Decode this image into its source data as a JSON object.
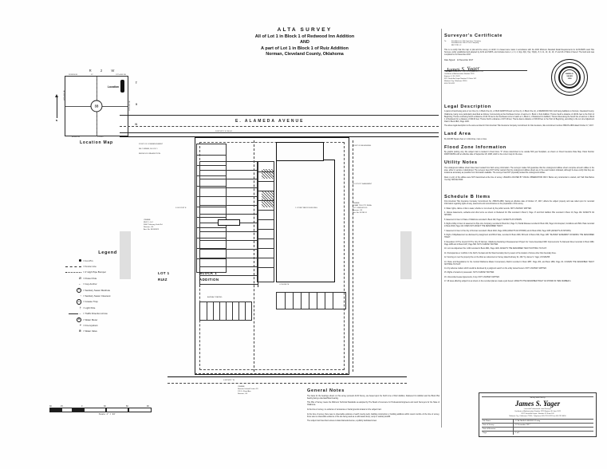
{
  "document": {
    "type": "ALTA Survey Plat",
    "title_line1": "ALTA   SURVEY",
    "title_line2": "All of Lot 1 in Block 1 of Redwood Inn Addition",
    "title_line3": "AND",
    "title_line4": "A part of Lot 1 in Block 1 of Ruiz Addition",
    "title_line5": "Norman, Cleveland County, Oklahoma"
  },
  "location_map": {
    "caption": "Location  Map",
    "range_header": "R    2    W",
    "section_number": "33",
    "pin_label": "Location",
    "north_label": "N",
    "side_labels": [
      "T",
      "9",
      "N"
    ],
    "edge_top_left": "ROBINSON",
    "edge_top_mid": "ST",
    "edge_top_right": "12TH AVE NE",
    "edge_bottom_left": "ALAMEDA",
    "edge_bottom_mid": "STREET",
    "edge_left": "24TH AVE NE",
    "edge_right": "12TH AVE NE"
  },
  "legend": {
    "title": "Legend",
    "items": [
      {
        "symbol": "dot",
        "glyph": "•",
        "label": "= Iron Pin"
      },
      {
        "symbol": "dash-line",
        "glyph": "",
        "label": "= Fence Line"
      },
      {
        "symbol": "x-line",
        "glyph": "",
        "label": "= 2' High Pipe Bumper"
      },
      {
        "symbol": "power-pole",
        "glyph": "Ø",
        "label": "= Power Pole"
      },
      {
        "symbol": "guy-anchor",
        "glyph": "←",
        "label": "= Guy Anchor"
      },
      {
        "symbol": "manhole",
        "glyph": "S",
        "label": "= Sanitary Sewer Manhole"
      },
      {
        "symbol": "cleanout",
        "glyph": "◦",
        "label": "= Sanitary Sewer Cleanout"
      },
      {
        "symbol": "grease-trap",
        "glyph": "G",
        "label": "= Grease Trap"
      },
      {
        "symbol": "light-pole",
        "glyph": "†",
        "label": "= Light Pole"
      },
      {
        "symbol": "traffic-arrow",
        "glyph": "→",
        "label": "= Traffic Direction Arrow"
      },
      {
        "symbol": "water-meter",
        "glyph": "W",
        "label": "= Water Meter"
      },
      {
        "symbol": "fire-hydrant",
        "glyph": "⑂",
        "label": "= Fire Hydrant"
      },
      {
        "symbol": "water-valve",
        "glyph": "⊗",
        "label": "= Water Valve"
      }
    ]
  },
  "drawing": {
    "street_top": "E.      ALAMEDA          AVENUE",
    "lot_label_left": "LOT  1",
    "lot_label_left_sub": "RUIZ",
    "lot_label_right": "BLOCK  1",
    "lot_label_right_sub": "ADDITION",
    "owner_block_west": "OWNER:\nRUIZ 1, LLC\n3600 Tinkering Oaks Rd\nNorman, OK\nAcct No. R0143623",
    "owner_block_east": "OWNER:\nLOMAT TRI-CITY INDIA\nLOT 1  REDWOOD\nNorman, OK\nAcct No. R178174",
    "owner_block_south": "OWNER:\nNorman School District 29\n131 S. Flood Ave\nNorman, OK",
    "annotations": [
      "POINT OF COMMENCEMENT",
      "NE CORNER, BLOCK 1",
      "REDWOOD INN ADDITION",
      "POINT OF BEGINNING",
      "N 89°58'11\" E      330.00'",
      "S 00°01'49\" E",
      "1 STORY BRICK BUILDING",
      "ASPHALT PAVING",
      "CONCRETE",
      "50' BUILDING SETBACK LINE",
      "15' UTILITY EASEMENT",
      "FND 1/2\" IRON PIN",
      "S 89°58'11\" W"
    ]
  },
  "surveyors_certificate": {
    "heading": "Surveyor's  Certificate",
    "addressee_label": "To:",
    "addressee_lines": [
      "First American Title Insurance Company",
      "First American Title & Trust Company",
      "BB 2178 LLC"
    ],
    "body": "This is to certify that this map or plat and the survey on which it is based were made in accordance with the 2016 Minimum Standard Detail Requirements for ALTA/NSPS Land Title Surveys, jointly established and adopted by ALTA and NSPS, and includes Items 1, 2, 3, 4, 6(a), 6(b), 7(a), 7(b)(1), 8, 9, 11, 13, 14, 16, 17 and 18 of Table A thereof. The field work was completed on 12 December 2017.",
    "date_label": "Date Signed:",
    "date_value": "12 December 2017",
    "signature_name": "James S. Yager",
    "lines_below": [
      "Oklahoma Professional Land Surveyor Number 1258",
      "Certificate of Authorization Number 2578",
      "Expires:  6 / 30 / 2021",
      "3217 South Air Depot Number 19 Suite 102",
      "Midwest City, Oklahoma 73110",
      "405-732-2412"
    ],
    "seal_text": [
      "JAMES S.",
      "YAGER",
      "1258"
    ]
  },
  "legal_description": {
    "heading": "Legal  Description",
    "body": "A parcel of land being parts of Lot One (1), in Block One (1), of RUIZ ADDITION and Lot One (1), in Block One (1), of REDWOOD INN, both being Additions to Norman, Cleveland County, Oklahoma, being more particularly described as follows: Commencing at the Northeast Corner of said Lot 1, Block 1, Ruiz Addition; Thence South a distance of 130.61 feet to the Point of Beginning; Thence continuing South a distance of 130.76 feet to the Southeast corner of said Lot 1, Block 1, of Redwood Inn Addition; Thence West along the South line of said Lot 1, Block 1 of Redwood Inn a distance of 330.00 feet; Thence North a distance of 207.43 feet; Thence East a distance of 330.00 feet to the Point of Beginning, according to the Lot Line Adjustment Filed in Book 4821, Page 1230.",
    "closing": "The above legal description is the same as listed in First American Title Insurance Company commitment for title insurance, title commitment number ZSB-NS-4893 dated October 17, 2017."
  },
  "land_area": {
    "heading": "Land  Area",
    "body": "61,444.683 Square Feet or 1.411 Acres, more or less."
  },
  "flood_zone": {
    "heading": "Flood  Zone  Information",
    "body": "By graphic plotting only, this subject tract is located in Flood Zone \"X\" Zones determined to be outside 500 year floodplain, as shown on Flood Insurance Rate Map, Panel Number 40027C0185G with an effective date of September 26, 2008, which is the correct map for the area."
  },
  "utility_notes": {
    "heading": "Utility  Notes",
    "body1": "The underground utilities shown have been located from field survey information. The surveyor makes NO guarantee that the underground utilities shown comprise all such utilities in the area, either in service or abandoned. The surveyor does NOT further warrant that the underground utilities shown are in the exact location indicated, although he does certify that they are located as accurately as possible from information available. The surveyor has NOT physically located the underground utilities.",
    "body2": "Rear or entry of the utilities were NOT determined at the time of survey.  UNLESS LOCATED BY VISUAL OBSERVATION ONLY.  Before any construction is started, call  \"Call Okie Before You Dig\" 800-522-6543."
  },
  "schedule_b": {
    "heading": "Schedule  B  Items",
    "intro": "First American Title Insurance Company Commitment No. ZSB-NS-4893, having an effective date of October 17, 2017, affects the subject property and was relied upon for recorded information regarding rights-of-way, easements and encumbrances to the preparation of this survey.",
    "items": [
      "3. Water rights, claims or title to water, whether or not shown by the public records.  NOT A SURVEY MATTER.",
      "4. Various Easements, setbacks and other terms as shown on Redwood Inn Plat recorded in Book 6, Page 17 and Ruiz Addition Plat recorded in Book 13, Page 162. AFFECTS AS SHOWN.",
      "5. Easement in favor of State of Oklahoma recorded in Book 102, Page 6.  AFFECTS AS SHOWN.",
      "6. Right-of-Way in favor of easement to Pipe Line Company, recorded in Book 112, Page 74, Partial Release recorded in Book 462, Page 141 Accepted, Conditions and Bill of Sale recorded in Book 2916, Page 413.  DOES NOT AFFECT THE DESCRIBED TRACT.",
      "7. Easement in favor of the City of Norman recorded in Book 2432, Page 1039 (AFFECTS AS SHOWN) and in Book 2432, Page 1035 (AFFECTS AS SHOWN).",
      "8. Right of Way/Easement as disclosed by Assignment and Bill of Sale, recorded in Book 2290, 804 and in Book 2132, Page 1287.  BLANKET EASEMENT COVERING THE DESCRIBED TRACT.",
      "9. Resolution Of The Council Of The City Of Norman, Oklahoma Declaring A Reassessment Project For Costs Associated With Improvements To Alameda Street recorded in Book 3480, Page 1286 and in Book 4447, Page 596.  NOT A SURVEY MATTER.",
      "10. Lot Line Adjustment No. 1262 recorded in Book 4821, Page 1230.  AFFECTS THE DESCRIBED TRACT NOTHING TO PLOT.",
      "11. Discrepancies or conflicts in the North, the East and the West boundary line by reason of the location of fences other than boundary lines.",
      "12. Fencing on over the property line on the West as referenced on Survey dated February 21, 2017 by James S. Yager, LPLS#1258.",
      "13. Rules and Regulations for the Central Oklahoma Master Conservancy District recorded in Book 4857, Page 263, and Book 1869, Page 29.  COVERS THE DESCRIBED TRACT NOTHING TO PLOT.",
      "14. Any adverse matters which would be disclosed by a judgment search on the entity named hereon.  NOT A SURVEY MATTER.",
      "15. Rights of tenants in possession.  NOT A SURVEY MATTER.",
      "16. Unrecorded Lease Agreements, if any.  NOT A SURVEY MATTER.",
      "17. All taxes affecting subject lot as shown on the recorded plat are made a part hereof.  AFFECTS THE DESCRIBED TRACT AS SHOWN IN ITEM NUMBER 4."
    ]
  },
  "general_notes": {
    "heading": "General  Notes",
    "paragraphs": [
      "The basis for the bearings shown on this survey pursuant ALTA Survey, are based upon the North Line of Ruiz Addition, Redwood Inn Addition and the Block Plat bearing being a due East/West bearing.",
      "This Plat of Survey meets the Minimum Technical Standards as adopted by The Board of Licensure for Professional Engineers and Land Surveyors for the State of Oklahoma.",
      "At the time of survey, no evidence of cemeteries or burial grounds located on the subject tract.",
      "At the time of survey, there was no observable evidence of earth moving work, building construction or building additions within recent months.  At the time of survey, there was no observable evidence of the site being used as a solid waste dump, sump or sanitary landfill.",
      "The subject tract has direct access to East Alameda Avenue, a publicly dedicated street."
    ]
  },
  "stamp_block": {
    "prepared_by": "Survey and Plat by",
    "name": "James  S.  Yager",
    "sub_lines": [
      "Licensed Professional Land Surveyor",
      "Certificate of Authorization Number 2578 Expires  30 June 2021",
      "3217 South Air Depot  •  Number 19 Suite 102",
      "Midwest City, Oklahoma 73110  •  Telephone 405-732-2412  Fax 405-737-8456"
    ],
    "rows": [
      {
        "key": "File Name",
        "value": "17-ALTA-RUIZ-REDWOOD.dwg"
      },
      {
        "key": "Date of Survey",
        "value": "12 December 2017"
      },
      {
        "key": "Date of Revision",
        "value": ""
      },
      {
        "key": "Page",
        "value": "1  of  1"
      }
    ]
  },
  "scale_bar": {
    "caption": "Scale   1\" = 30'",
    "ticks": [
      "30",
      "15",
      "0",
      "30",
      "60",
      "90"
    ]
  }
}
